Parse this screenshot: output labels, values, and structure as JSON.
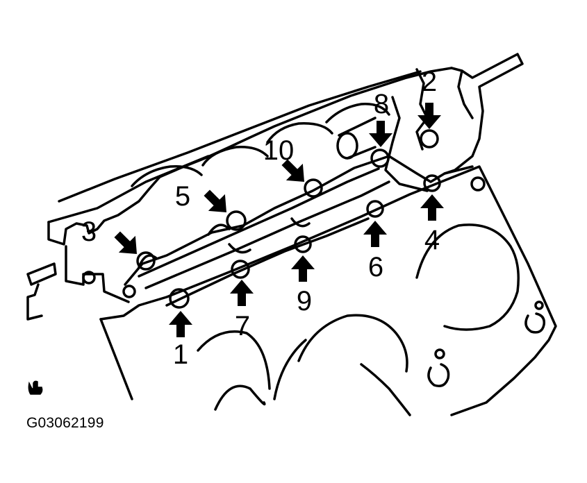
{
  "figure": {
    "code": "G03062199",
    "bolt_labels": [
      "1",
      "2",
      "3",
      "4",
      "5",
      "6",
      "7",
      "8",
      "9",
      "10"
    ]
  }
}
